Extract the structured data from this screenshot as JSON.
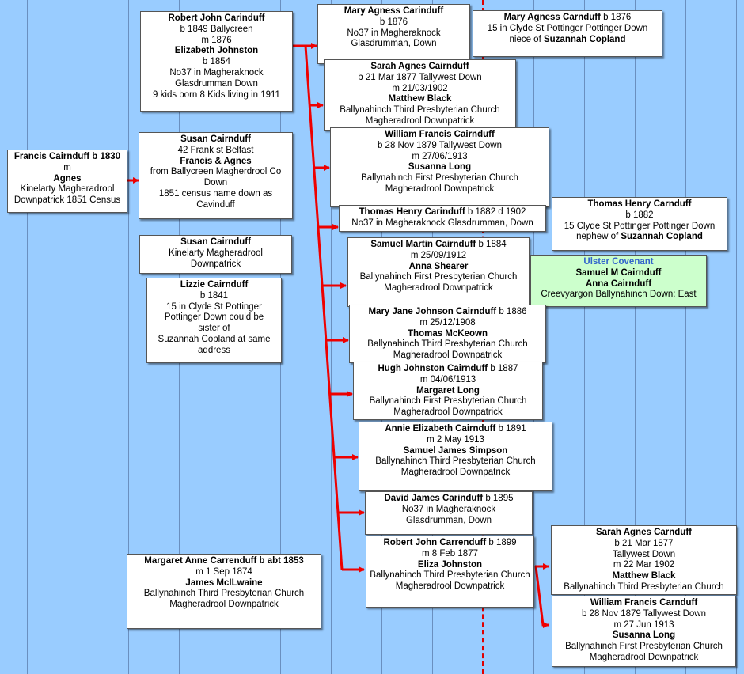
{
  "boxes": {
    "francis": {
      "lines": [
        "Francis Cairnduff  b 1830",
        "m",
        "Agnes",
        "Kinelarty Magheradrool",
        "Downpatrick 1851 Census"
      ]
    },
    "robert_john_1849": {
      "lines": [
        "Robert John Carinduff",
        "b 1849 Ballycreen",
        "m 1876",
        "Elizabeth  Johnston",
        "b 1854",
        "No37 in Magheraknock",
        "Glasdrumman Down",
        "9 kids born 8 Kids living in 1911"
      ]
    },
    "susan_belfast": {
      "lines": [
        "Susan Cairnduff",
        "42 Frank st Belfast",
        "Francis & Agnes",
        "from Ballycreen Magherdrool Co Down",
        "1851 census name down as Cavinduff"
      ]
    },
    "susan_kinelarty": {
      "lines": [
        "Susan Cairnduff",
        "Kinelarty Magheradrool",
        "Downpatrick"
      ]
    },
    "lizzie": {
      "lines": [
        "Lizzie Cairnduff",
        "b  1841",
        "15 in Clyde St Pottinger Pottinger  Down  could be sister of",
        "Suzannah Copland  at same address"
      ]
    },
    "margaret_anne": {
      "lines": [
        "Margaret Anne Carrenduff  b abt 1853",
        "m 1 Sep 1874",
        "James McILwaine",
        "Ballynahinch Third Presbyterian Church",
        "Magheradrool  Downpatrick"
      ]
    },
    "mary_agness": {
      "lines": [
        "Mary Agness Carinduff",
        "b 1876",
        "No37 in Magheraknock",
        "Glasdrumman, Down"
      ]
    },
    "mary_agness_ref": {
      "title": "Mary Agness Carnduff",
      "title_suffix": "  b  1876",
      "line2": "15 in Clyde St Pottinger Pottinger  Down",
      "line3_prefix": "niece of ",
      "line3_bold": "Suzannah Copland"
    },
    "sarah_agnes": {
      "lines": [
        "Sarah Agnes Cairnduff",
        "b 21 Mar 1877  Tallywest  Down",
        "m  21/03/1902",
        "Matthew Black",
        "Ballynahinch Third Presbyterian Church",
        "Magheradrool  Downpatrick"
      ]
    },
    "william_francis": {
      "lines": [
        "William Francis Cairnduff",
        "b 28 Nov 1879 Tallywest  Down",
        "m  27/06/1913",
        "Susanna Long",
        "Ballynahinch First Presbyterian Church",
        "Magheradrool  Downpatrick"
      ]
    },
    "thomas_henry": {
      "title": "Thomas Henry Carinduff",
      "title_suffix": "  b 1882 d 1902",
      "line2": "No37 in Magheraknock Glasdrumman, Down"
    },
    "thomas_henry_ref": {
      "lines": [
        "Thomas Henry  Carnduff",
        "b  1882",
        "15 Clyde St Pottinger Pottinger  Down"
      ],
      "line4_prefix": "nephew of ",
      "line4_bold": "Suzannah Copland"
    },
    "samuel_martin": {
      "title": "Samuel Martin Cairnduff",
      "title_suffix": "  b 1884",
      "lines": [
        "m 25/09/1912",
        "Anna Shearer",
        "Ballynahinch First Presbyterian Church",
        "Magheradrool  Downpatrick"
      ]
    },
    "ulster_covenant": {
      "heading": "Ulster Covenant",
      "lines": [
        "Samuel M Cairnduff",
        "Anna Cairnduff",
        "Creevyargon Ballynahinch Down: East"
      ]
    },
    "mary_jane": {
      "title": "Mary Jane Johnson Cairnduff",
      "title_suffix": "  b 1886",
      "lines": [
        "m  25/12/1908",
        "Thomas McKeown",
        "Ballynahinch Third Presbyterian Church",
        "Magheradrool  Downpatrick"
      ]
    },
    "hugh": {
      "title": "Hugh  Johnston Cairnduff",
      "title_suffix": "  b 1887",
      "lines": [
        "m  04/06/1913",
        "Margaret Long",
        "Ballynahinch First Presbyterian Church",
        "Magheradrool  Downpatrick"
      ]
    },
    "annie": {
      "title": "Annie Elizabeth  Cairnduff",
      "title_suffix": "  b 1891",
      "lines": [
        "m  2 May  1913",
        "Samuel James Simpson",
        "Ballynahinch Third Presbyterian Church",
        "Magheradrool   Downpatrick"
      ]
    },
    "david": {
      "title": "David  James Carinduff",
      "title_suffix": "  b 1895",
      "lines": [
        "No37 in Magheraknock",
        "Glasdrumman, Down"
      ]
    },
    "robert_john_1899": {
      "title": "Robert John Carrenduff",
      "title_suffix": "  b 1899",
      "lines": [
        "m 8 Feb 1877",
        "Eliza  Johnston",
        "Ballynahinch Third Presbyterian Church",
        "Magheradrool  Downpatrick"
      ]
    },
    "sarah_agnes_ref": {
      "lines": [
        "Sarah Agnes Carnduff",
        "b 21 Mar 1877",
        "Tallywest Down",
        "m 22 Mar 1902",
        "Matthew Black",
        "Ballynahinch Third Presbyterian Church"
      ]
    },
    "william_francis_ref": {
      "lines": [
        "William Francis Carnduff",
        "b 28 Nov 1879 Tallywest Down",
        "m 27 Jun 1913",
        "Susanna Long",
        "Ballynahinch First Presbyterian Church",
        "Magheradrool Downpatrick"
      ]
    }
  },
  "colors": {
    "background": "#99ccff",
    "connector": "#ee0000",
    "ulster_box": "#ccffcc",
    "ulster_heading": "#3366cc"
  }
}
